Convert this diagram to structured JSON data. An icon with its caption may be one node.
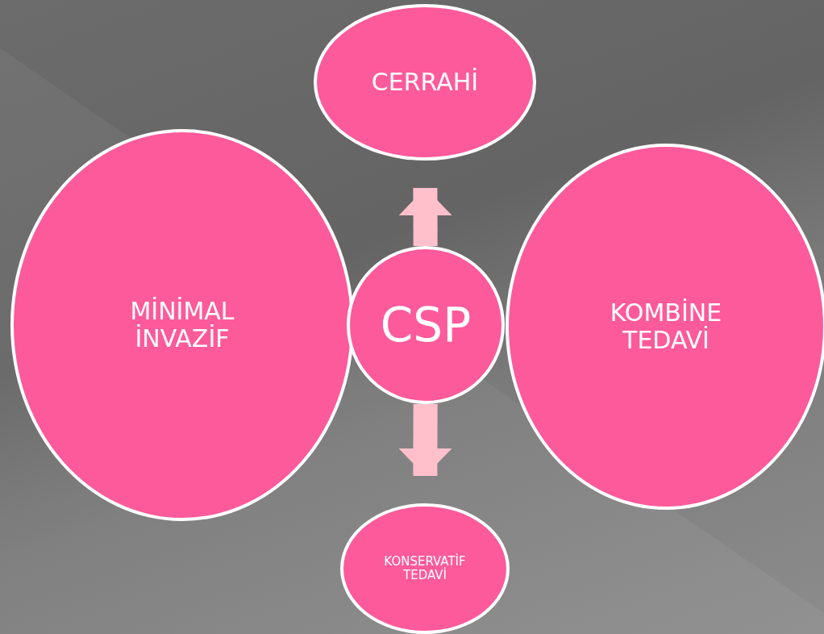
{
  "diagram": {
    "nodes": [
      {
        "text": [
          "CERRAHİ"
        ]
      },
      {
        "text": [
          "MİNİMAL İNVAZİF"
        ]
      },
      {
        "text": [
          "CSP"
        ]
      },
      {
        "text": [
          "KOMBİNE TEDAVİ"
        ]
      },
      {
        "text": [
          "KONSERVATİF TEDAVİ"
        ]
      }
    ],
    "edges": [
      {
        "from": 2,
        "to": 0,
        "arrow": "to"
      },
      {
        "from": 2,
        "to": 4,
        "arrow": "to"
      }
    ]
  }
}
